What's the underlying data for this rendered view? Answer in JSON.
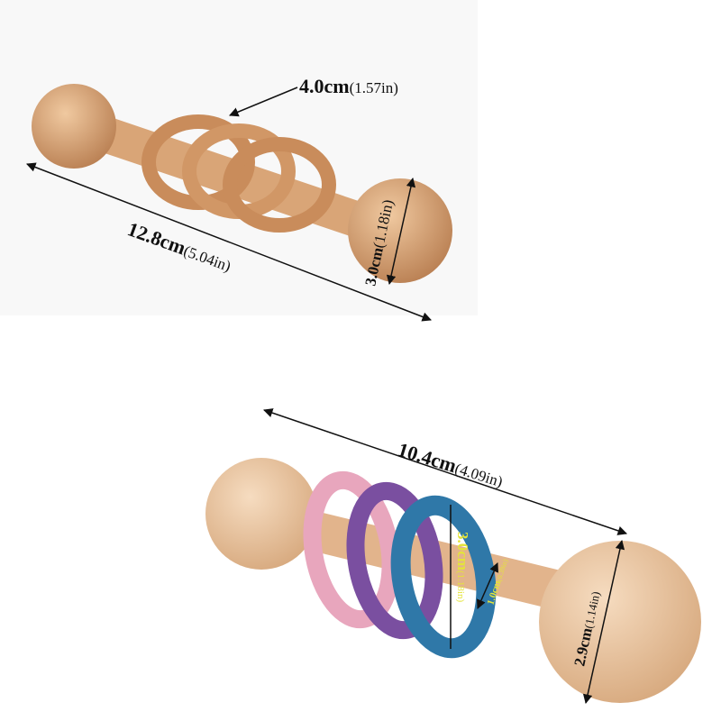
{
  "product_1": {
    "ring_size": {
      "main": "4.0cm",
      "alt": "(1.57in)"
    },
    "length": {
      "main": "12.8cm",
      "alt": "(5.04in)"
    },
    "ball_diameter": {
      "main": "3.0cm",
      "alt": "(1.18in)"
    }
  },
  "product_2": {
    "length": {
      "main": "10.4cm",
      "alt": "(4.09in)"
    },
    "ring_size": {
      "main": "3.0cm",
      "alt": "(1.18in)"
    },
    "stick_diameter": {
      "main": "1.0cm",
      "alt": "(0.39in)"
    },
    "ball_diameter": {
      "main": "2.9cm",
      "alt": "(1.14in)"
    },
    "ring_colors": [
      "#e8a6bd",
      "#7a4fa0",
      "#2f78a8"
    ]
  }
}
